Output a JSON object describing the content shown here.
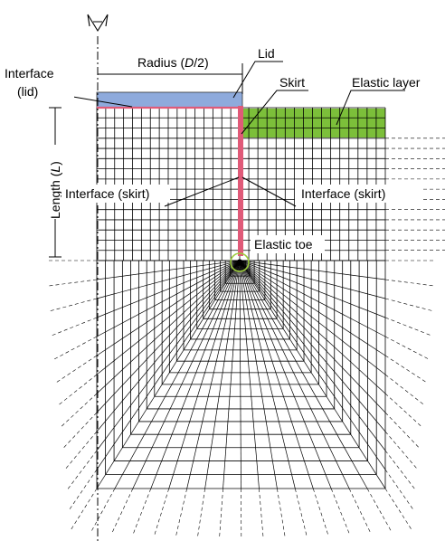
{
  "labels": {
    "radius_prefix": "Radius (",
    "radius_symbol": "D",
    "radius_suffix": "/2)",
    "lid": "Lid",
    "interface_lid_line1": "Interface",
    "interface_lid_line2": "(lid)",
    "skirt": "Skirt",
    "elastic_layer": "Elastic layer",
    "length_prefix": "Length (",
    "length_symbol": "L",
    "length_suffix": ")",
    "interface_skirt_left": "Interface (skirt)",
    "interface_skirt_right": "Interface (skirt)",
    "elastic_toe": "Elastic toe"
  },
  "colors": {
    "lid": "#8eaadc",
    "elastic_layer": "#7cbf3a",
    "interface": "#e05a78",
    "toe_circle": "#9ccc3c",
    "mesh": "#000000"
  }
}
